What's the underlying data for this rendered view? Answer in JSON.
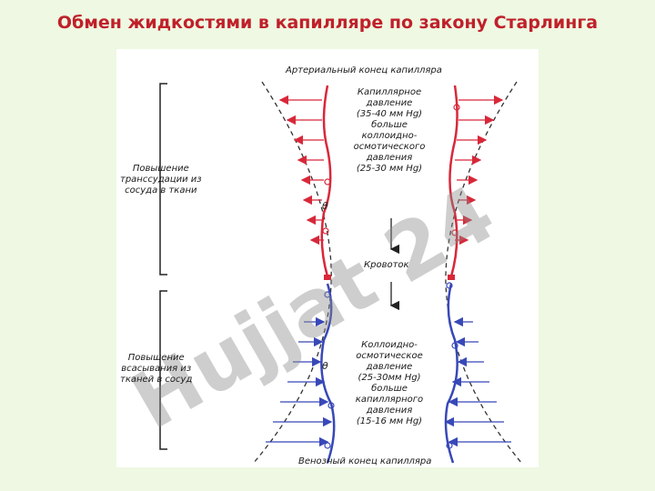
{
  "title": "Обмен жидкостями в капилляре по закону Старлинга",
  "diagram": {
    "arterial_end": "Артериальный  конец  капилляра",
    "venous_end": "Венозный  конец  капилляра",
    "blood_flow": "Кровоток",
    "left_upper": [
      "Повышение",
      "транссудации из",
      "сосуда в ткани"
    ],
    "left_lower": [
      "Повышение",
      "всасывания из",
      "тканей в сосуд"
    ],
    "upper_text": [
      "Капиллярное",
      "давление",
      "(35-40 мм Hg)",
      "больше",
      "коллоидно-",
      "осмотического",
      "давления",
      "(25-30 мм Hg)"
    ],
    "lower_text": [
      "Коллоидно-",
      "осмотическое",
      "давление",
      "(25-30мм Hg)",
      "больше",
      "капиллярного",
      "давления",
      "(15-16 мм Hg)"
    ],
    "theta_mark": "θ"
  },
  "watermark": "Hujjat 24",
  "colors": {
    "title": "#c0202a",
    "arterial": "#d8283a",
    "venous": "#3848b8",
    "background": "#eef8e2",
    "watermark": "#8a8a8a"
  }
}
